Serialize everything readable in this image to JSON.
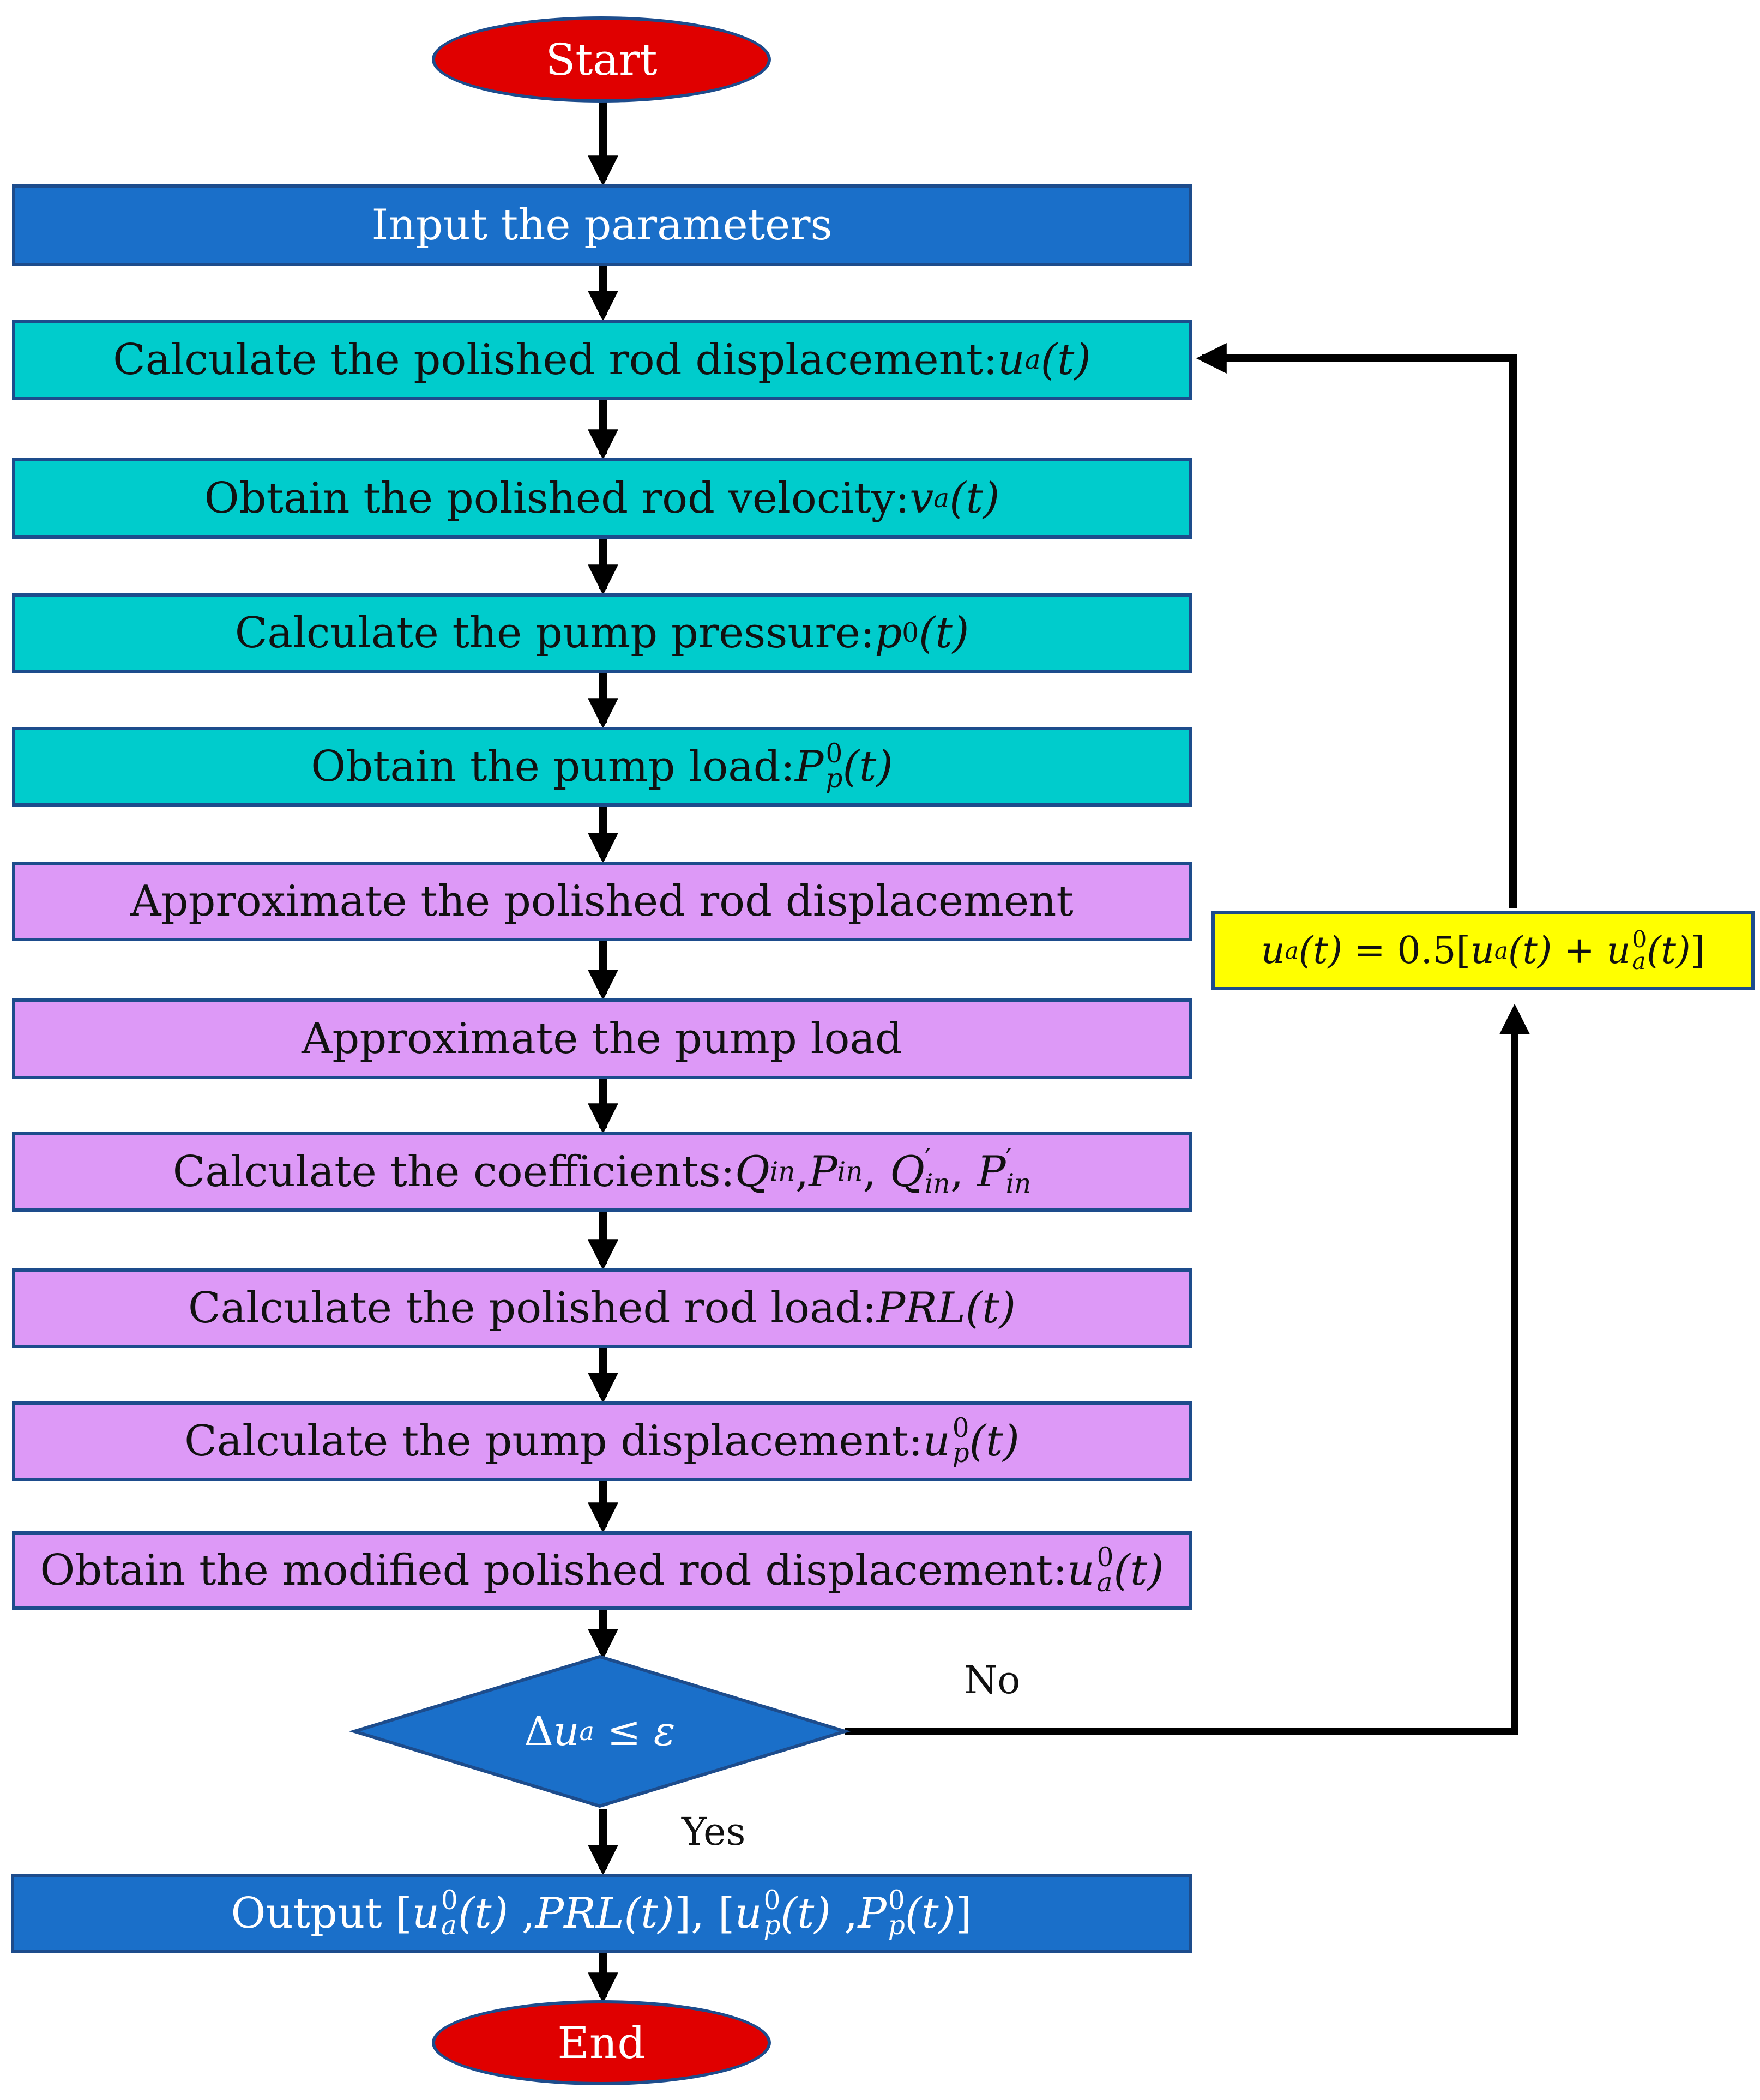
{
  "nodes": {
    "start": "Start",
    "input": "Input the parameters",
    "step1": {
      "text": "Calculate the polished rod displacement: ",
      "sym": "u",
      "sub": "a",
      "arg": "(t)"
    },
    "step2": {
      "text": "Obtain the polished rod velocity: ",
      "sym": "v",
      "sub": "a",
      "arg": "(t)"
    },
    "step3": {
      "text": "Calculate the pump pressure: ",
      "sym": "p",
      "sup": "0",
      "arg": "(t)"
    },
    "step4": {
      "text": "Obtain the pump load: ",
      "sym": "P",
      "sup": "0",
      "sub": "p",
      "arg": "(t)"
    },
    "step5": "Approximate the polished rod displacement",
    "step6": "Approximate the pump load",
    "step7": {
      "text": "Calculate the coefficients: ",
      "q": "Q",
      "in": "in",
      "p": "P",
      "comma": ",",
      "sep": ", ",
      "prime": "′"
    },
    "step8": {
      "text": "Calculate the polished rod load: ",
      "sym": "PRL",
      "arg": "(t)"
    },
    "step9": {
      "text": "Calculate the pump displacement: ",
      "sym": "u",
      "sup": "0",
      "sub": "p",
      "arg": "(t)"
    },
    "step10": {
      "text": "Obtain the modified polished rod displacement: ",
      "sym": "u",
      "sup": "0",
      "sub": "a",
      "arg": "(t)"
    },
    "decision": {
      "delta": "Δ",
      "sym": "u",
      "sub": "a",
      "rel": " ≤ ",
      "eps": "ε"
    },
    "update": {
      "lhs": "u",
      "sub": "a",
      "arg": "(t)",
      "eq": " = 0.5[",
      "plus": " + ",
      "sup": "0",
      "close": "]"
    },
    "output": {
      "text": "Output [",
      "sym_u": "u",
      "sym_P": "P",
      "sub_a": "a",
      "sub_p": "p",
      "sup0": "0",
      "arg": "(t)",
      "prl": "PRL",
      "sep1": " ,",
      "close1": "], [",
      "close2": "]"
    },
    "end": "End"
  },
  "edges": {
    "no": "No",
    "yes": "Yes"
  }
}
